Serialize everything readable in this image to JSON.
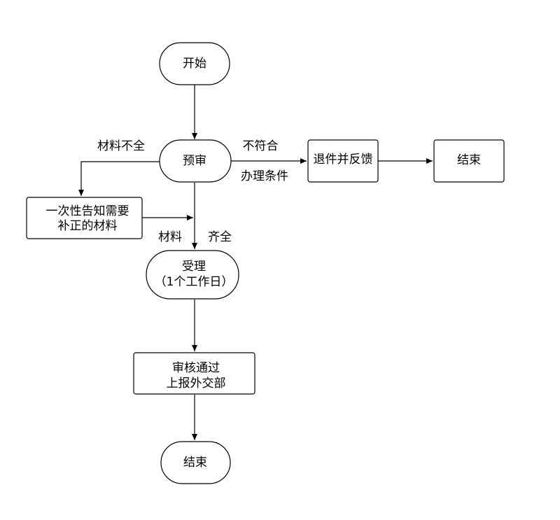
{
  "nodes": {
    "start": "开始",
    "prereview": "预审",
    "notify_line1": "一次性告知需要",
    "notify_line2": "补正的材料",
    "return": "退件并反馈",
    "end_right": "结束",
    "accept_line1": "受理",
    "accept_line2": "（1个工作日）",
    "approve_line1": "审核通过",
    "approve_line2": "上报外交部",
    "end_bottom": "结束"
  },
  "edge_labels": {
    "incomplete": "材料不全",
    "not_qualified_line1": "不符合",
    "not_qualified_line2": "办理条件",
    "complete_part1": "材料",
    "complete_part2": "齐全"
  }
}
